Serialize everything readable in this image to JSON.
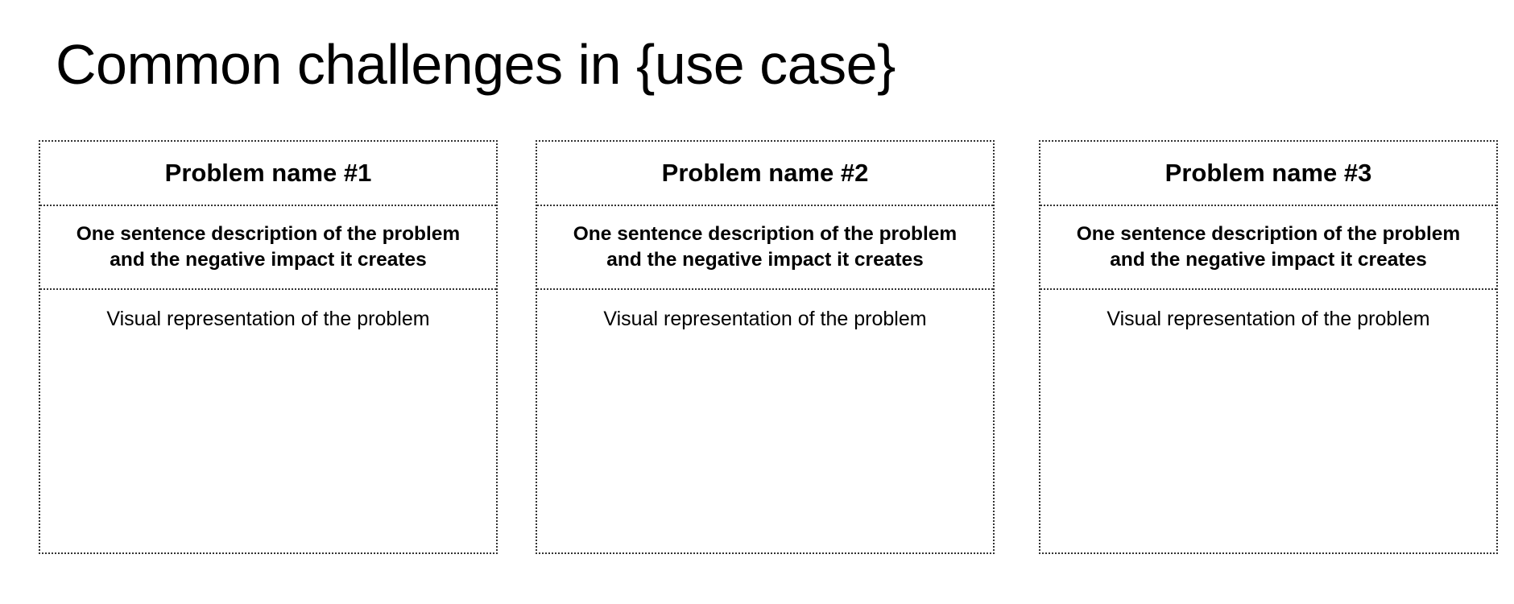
{
  "page": {
    "title": "Common challenges in {use case}"
  },
  "cards": [
    {
      "title": "Problem name #1",
      "description_line1": "One sentence description of the problem",
      "description_line2": "and the negative impact it creates",
      "visual_label": "Visual representation of the problem"
    },
    {
      "title": "Problem name #2",
      "description_line1": "One sentence description of the problem",
      "description_line2": "and the negative impact it creates",
      "visual_label": "Visual representation of the problem"
    },
    {
      "title": "Problem name #3",
      "description_line1": "One sentence description of the problem",
      "description_line2": "and the negative impact it creates",
      "visual_label": "Visual representation of the problem"
    }
  ]
}
